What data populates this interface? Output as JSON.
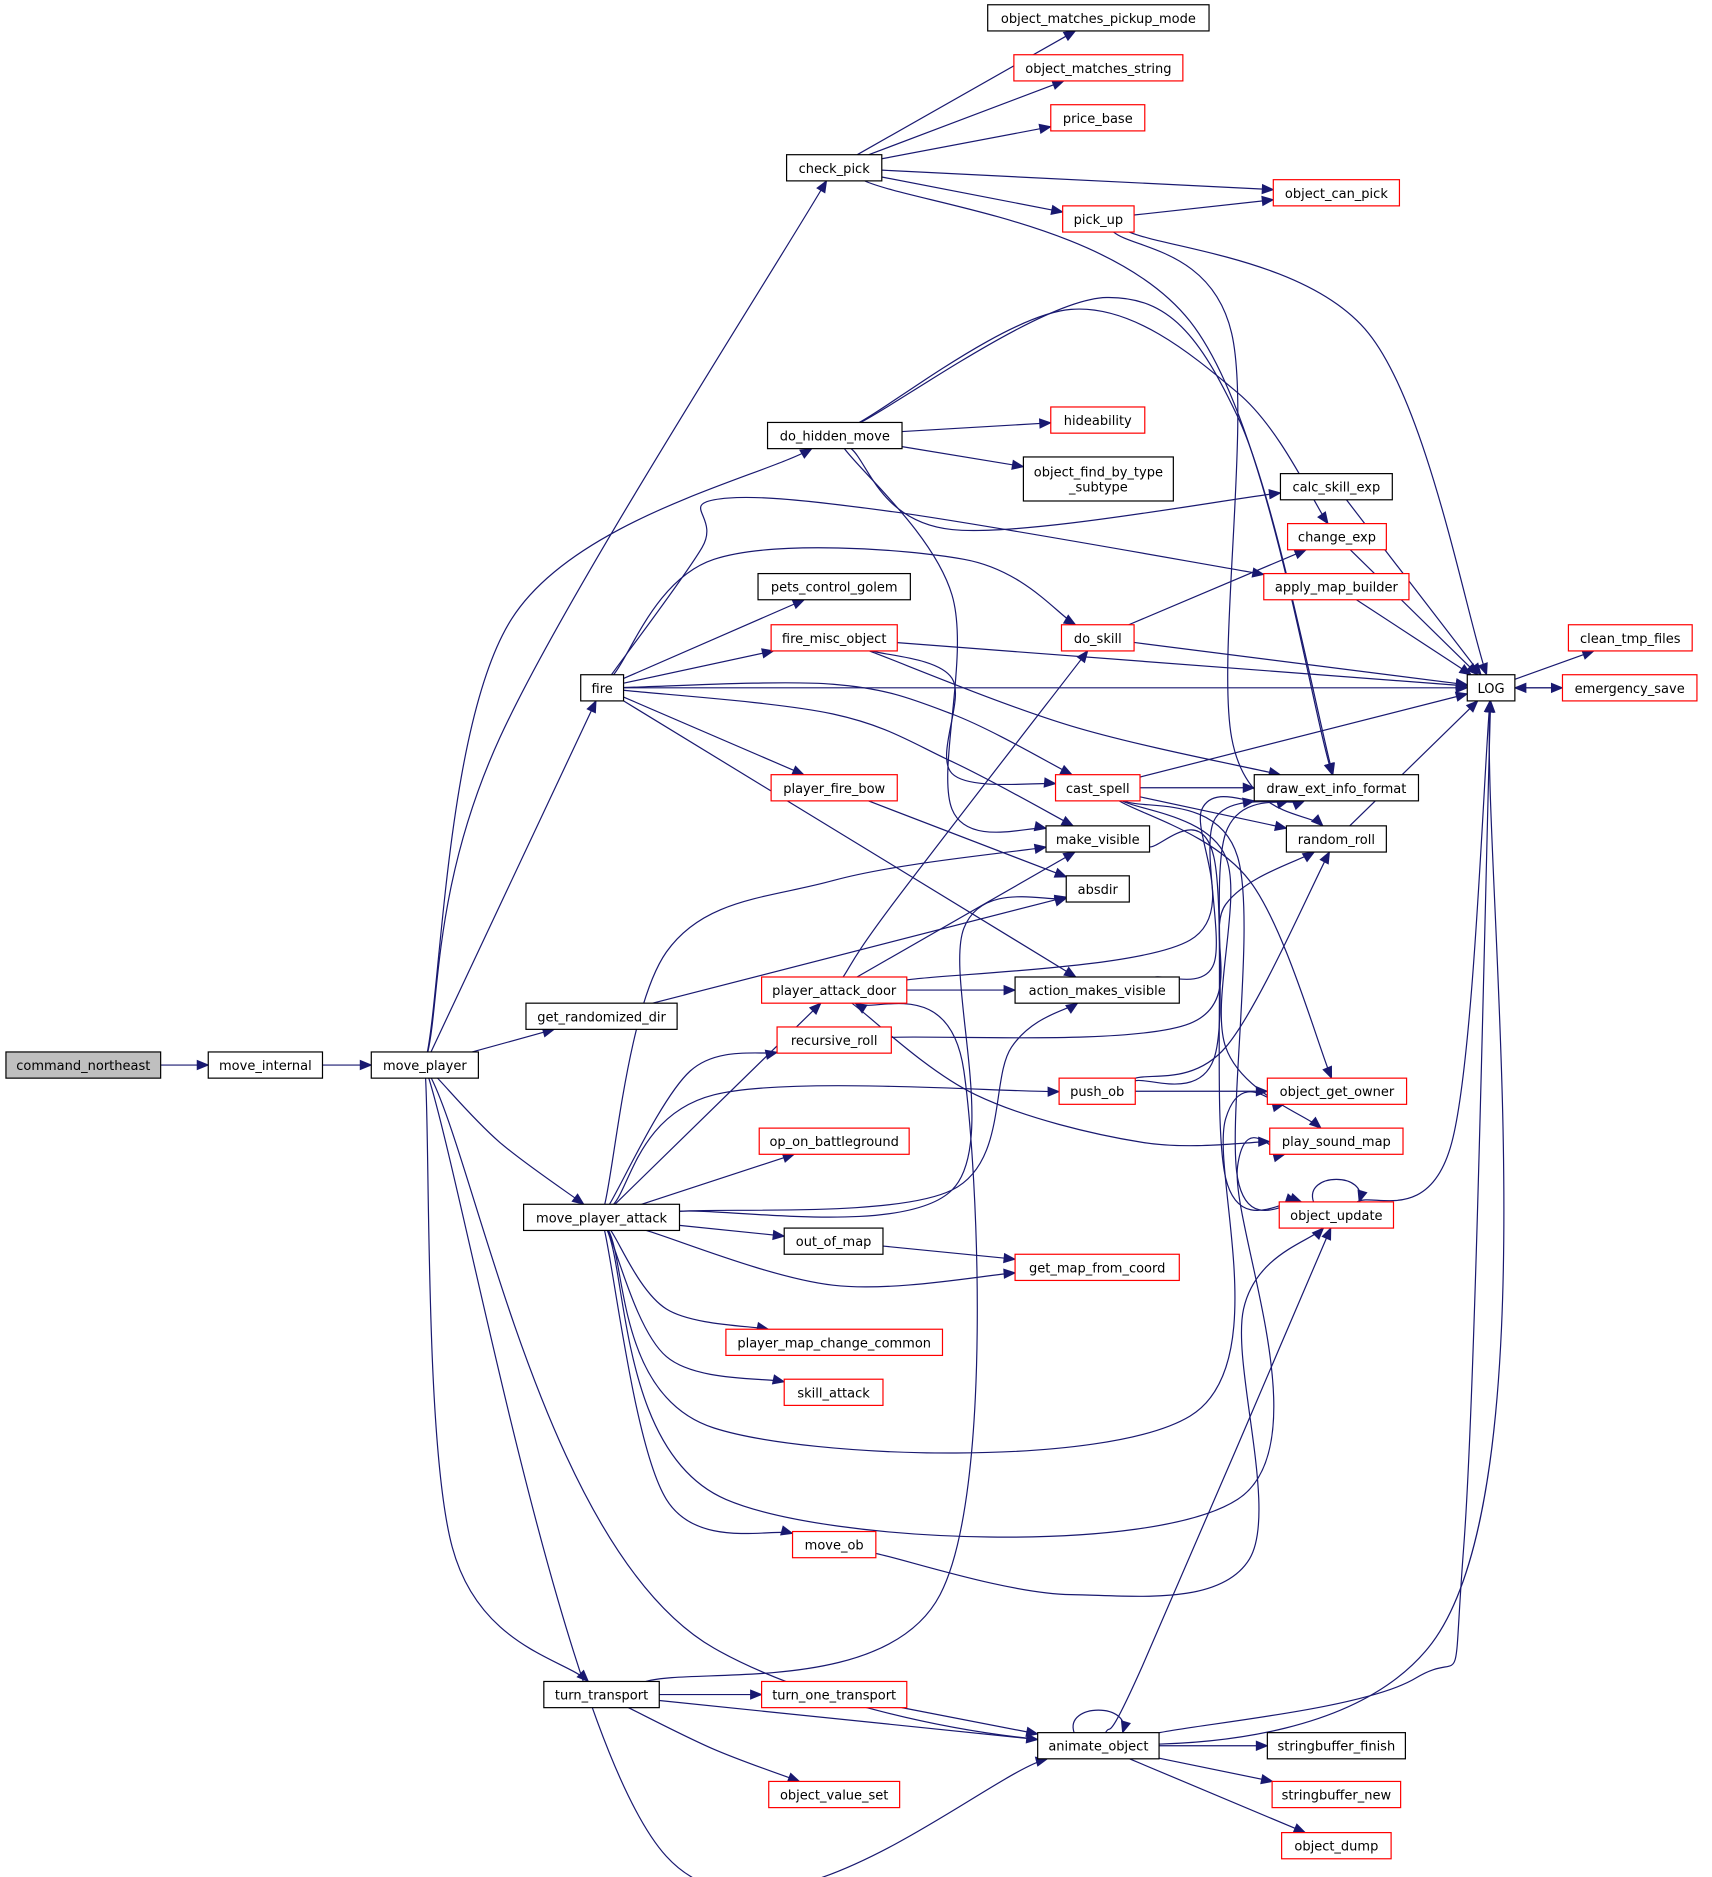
{
  "colors": {
    "edge": "#191970",
    "root_fill": "#bfbfbf",
    "border_black": "#000000",
    "border_red": "#ff0000",
    "background": "#ffffff"
  },
  "nodes": {
    "command_northeast": {
      "label": "command_northeast",
      "style": "root"
    },
    "move_internal": {
      "label": "move_internal",
      "style": "black"
    },
    "move_player": {
      "label": "move_player",
      "style": "black"
    },
    "check_pick": {
      "label": "check_pick",
      "style": "black"
    },
    "do_hidden_move": {
      "label": "do_hidden_move",
      "style": "black"
    },
    "fire": {
      "label": "fire",
      "style": "black"
    },
    "get_randomized_dir": {
      "label": "get_randomized_dir",
      "style": "black"
    },
    "move_player_attack": {
      "label": "move_player_attack",
      "style": "black"
    },
    "turn_transport": {
      "label": "turn_transport",
      "style": "black"
    },
    "object_matches_pickup_mode": {
      "label": "object_matches_pickup_mode",
      "style": "black"
    },
    "object_matches_string": {
      "label": "object_matches_string",
      "style": "red"
    },
    "price_base": {
      "label": "price_base",
      "style": "red"
    },
    "pick_up": {
      "label": "pick_up",
      "style": "red"
    },
    "hideability": {
      "label": "hideability",
      "style": "red"
    },
    "object_find_by_type_subtype": {
      "label": "object_find_by_type\n_subtype",
      "style": "black"
    },
    "pets_control_golem": {
      "label": "pets_control_golem",
      "style": "black"
    },
    "fire_misc_object": {
      "label": "fire_misc_object",
      "style": "red"
    },
    "do_skill": {
      "label": "do_skill",
      "style": "red"
    },
    "player_fire_bow": {
      "label": "player_fire_bow",
      "style": "red"
    },
    "cast_spell": {
      "label": "cast_spell",
      "style": "red"
    },
    "make_visible": {
      "label": "make_visible",
      "style": "black"
    },
    "absdir": {
      "label": "absdir",
      "style": "black"
    },
    "player_attack_door": {
      "label": "player_attack_door",
      "style": "red"
    },
    "action_makes_visible": {
      "label": "action_makes_visible",
      "style": "black"
    },
    "recursive_roll": {
      "label": "recursive_roll",
      "style": "red"
    },
    "push_ob": {
      "label": "push_ob",
      "style": "red"
    },
    "op_on_battleground": {
      "label": "op_on_battleground",
      "style": "red"
    },
    "out_of_map": {
      "label": "out_of_map",
      "style": "black"
    },
    "get_map_from_coord": {
      "label": "get_map_from_coord",
      "style": "red"
    },
    "player_map_change_common": {
      "label": "player_map_change_common",
      "style": "red"
    },
    "skill_attack": {
      "label": "skill_attack",
      "style": "red"
    },
    "move_ob": {
      "label": "move_ob",
      "style": "red"
    },
    "turn_one_transport": {
      "label": "turn_one_transport",
      "style": "red"
    },
    "object_value_set": {
      "label": "object_value_set",
      "style": "red"
    },
    "animate_object": {
      "label": "animate_object",
      "style": "black"
    },
    "object_can_pick": {
      "label": "object_can_pick",
      "style": "red"
    },
    "calc_skill_exp": {
      "label": "calc_skill_exp",
      "style": "black"
    },
    "change_exp": {
      "label": "change_exp",
      "style": "red"
    },
    "apply_map_builder": {
      "label": "apply_map_builder",
      "style": "red"
    },
    "draw_ext_info_format": {
      "label": "draw_ext_info_format",
      "style": "black"
    },
    "random_roll": {
      "label": "random_roll",
      "style": "black"
    },
    "object_get_owner": {
      "label": "object_get_owner",
      "style": "red"
    },
    "play_sound_map": {
      "label": "play_sound_map",
      "style": "red"
    },
    "object_update": {
      "label": "object_update",
      "style": "red"
    },
    "stringbuffer_finish": {
      "label": "stringbuffer_finish",
      "style": "black"
    },
    "stringbuffer_new": {
      "label": "stringbuffer_new",
      "style": "red"
    },
    "object_dump": {
      "label": "object_dump",
      "style": "red"
    },
    "LOG": {
      "label": "LOG",
      "style": "black"
    },
    "clean_tmp_files": {
      "label": "clean_tmp_files",
      "style": "red"
    },
    "emergency_save": {
      "label": "emergency_save",
      "style": "red"
    }
  },
  "edges": [
    [
      "command_northeast",
      "move_internal"
    ],
    [
      "move_internal",
      "move_player"
    ],
    [
      "move_player",
      "check_pick"
    ],
    [
      "move_player",
      "do_hidden_move"
    ],
    [
      "move_player",
      "fire"
    ],
    [
      "move_player",
      "get_randomized_dir"
    ],
    [
      "move_player",
      "move_player_attack"
    ],
    [
      "move_player",
      "turn_transport"
    ],
    [
      "move_player",
      "animate_object"
    ],
    [
      "move_player",
      "LOG"
    ],
    [
      "check_pick",
      "object_matches_pickup_mode"
    ],
    [
      "check_pick",
      "object_matches_string"
    ],
    [
      "check_pick",
      "price_base"
    ],
    [
      "check_pick",
      "object_can_pick"
    ],
    [
      "check_pick",
      "pick_up"
    ],
    [
      "check_pick",
      "draw_ext_info_format"
    ],
    [
      "pick_up",
      "object_can_pick"
    ],
    [
      "pick_up",
      "LOG"
    ],
    [
      "pick_up",
      "random_roll"
    ],
    [
      "do_hidden_move",
      "hideability"
    ],
    [
      "do_hidden_move",
      "object_find_by_type_subtype"
    ],
    [
      "do_hidden_move",
      "calc_skill_exp"
    ],
    [
      "do_hidden_move",
      "change_exp"
    ],
    [
      "do_hidden_move",
      "draw_ext_info_format"
    ],
    [
      "do_hidden_move",
      "make_visible"
    ],
    [
      "fire",
      "apply_map_builder"
    ],
    [
      "fire",
      "pets_control_golem"
    ],
    [
      "fire",
      "fire_misc_object"
    ],
    [
      "fire",
      "do_skill"
    ],
    [
      "fire",
      "LOG"
    ],
    [
      "fire",
      "cast_spell"
    ],
    [
      "fire",
      "make_visible"
    ],
    [
      "fire",
      "player_fire_bow"
    ],
    [
      "fire",
      "action_makes_visible"
    ],
    [
      "fire_misc_object",
      "LOG"
    ],
    [
      "fire_misc_object",
      "cast_spell"
    ],
    [
      "fire_misc_object",
      "draw_ext_info_format"
    ],
    [
      "do_skill",
      "change_exp"
    ],
    [
      "do_skill",
      "LOG"
    ],
    [
      "player_fire_bow",
      "absdir"
    ],
    [
      "cast_spell",
      "LOG"
    ],
    [
      "cast_spell",
      "draw_ext_info_format"
    ],
    [
      "cast_spell",
      "random_roll"
    ],
    [
      "cast_spell",
      "object_get_owner"
    ],
    [
      "cast_spell",
      "play_sound_map"
    ],
    [
      "cast_spell",
      "object_update"
    ],
    [
      "get_randomized_dir",
      "absdir"
    ],
    [
      "move_player_attack",
      "make_visible"
    ],
    [
      "move_player_attack",
      "absdir"
    ],
    [
      "move_player_attack",
      "player_attack_door"
    ],
    [
      "move_player_attack",
      "action_makes_visible"
    ],
    [
      "move_player_attack",
      "recursive_roll"
    ],
    [
      "move_player_attack",
      "push_ob"
    ],
    [
      "move_player_attack",
      "op_on_battleground"
    ],
    [
      "move_player_attack",
      "out_of_map"
    ],
    [
      "move_player_attack",
      "get_map_from_coord"
    ],
    [
      "move_player_attack",
      "player_map_change_common"
    ],
    [
      "move_player_attack",
      "skill_attack"
    ],
    [
      "move_player_attack",
      "move_ob"
    ],
    [
      "move_player_attack",
      "object_get_owner"
    ],
    [
      "move_player_attack",
      "play_sound_map"
    ],
    [
      "player_attack_door",
      "do_skill"
    ],
    [
      "player_attack_door",
      "make_visible"
    ],
    [
      "player_attack_door",
      "action_makes_visible"
    ],
    [
      "player_attack_door",
      "draw_ext_info_format"
    ],
    [
      "player_attack_door",
      "play_sound_map"
    ],
    [
      "recursive_roll",
      "random_roll"
    ],
    [
      "push_ob",
      "object_get_owner"
    ],
    [
      "push_ob",
      "draw_ext_info_format"
    ],
    [
      "push_ob",
      "random_roll"
    ],
    [
      "out_of_map",
      "get_map_from_coord"
    ],
    [
      "move_ob",
      "object_update"
    ],
    [
      "action_makes_visible",
      "draw_ext_info_format"
    ],
    [
      "make_visible",
      "object_update"
    ],
    [
      "turn_transport",
      "turn_one_transport"
    ],
    [
      "turn_transport",
      "animate_object"
    ],
    [
      "turn_transport",
      "object_value_set"
    ],
    [
      "turn_transport",
      "player_attack_door"
    ],
    [
      "turn_one_transport",
      "animate_object"
    ],
    [
      "animate_object",
      "animate_object"
    ],
    [
      "animate_object",
      "object_update"
    ],
    [
      "animate_object",
      "LOG"
    ],
    [
      "animate_object",
      "stringbuffer_finish"
    ],
    [
      "animate_object",
      "stringbuffer_new"
    ],
    [
      "animate_object",
      "object_dump"
    ],
    [
      "calc_skill_exp",
      "LOG"
    ],
    [
      "change_exp",
      "LOG"
    ],
    [
      "apply_map_builder",
      "LOG"
    ],
    [
      "random_roll",
      "LOG"
    ],
    [
      "object_update",
      "object_update"
    ],
    [
      "object_update",
      "LOG"
    ],
    [
      "LOG",
      "clean_tmp_files"
    ],
    [
      "LOG",
      "emergency_save"
    ],
    [
      "emergency_save",
      "LOG"
    ]
  ]
}
